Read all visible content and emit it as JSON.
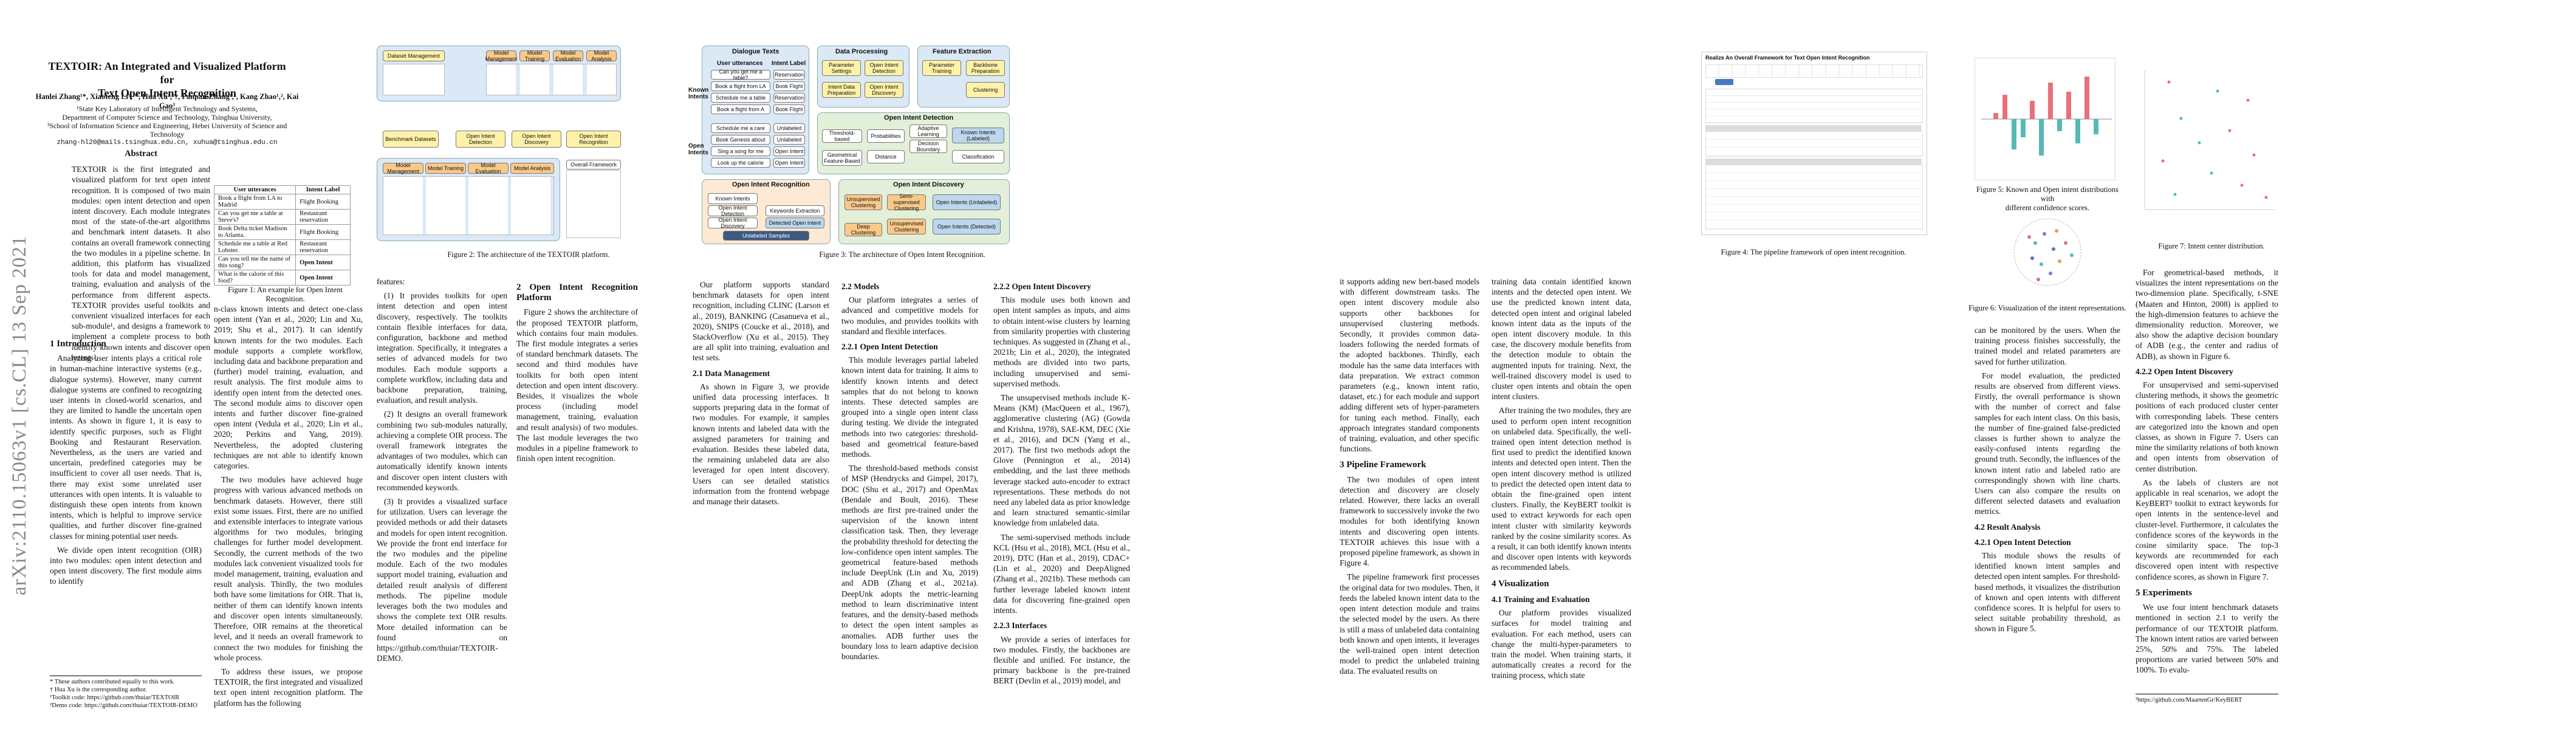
{
  "arxiv_stamp": "arXiv:2110.15063v1  [cs.CL]  13 Sep 2021",
  "paper": {
    "title_line1": "TEXTOIR: An Integrated and Visualized Platform for",
    "title_line2": "Text Open Intent Recognition",
    "authors": "Hanlei Zhang¹*, Xiaoteng Li¹,²*, Hua Xu¹,²†, Panpan Zhang¹,², Kang Zhao¹,², Kai Gao³",
    "affil1": "¹State Key Laboratory of Intelligent Technology and Systems,",
    "affil2": "Department of Computer Science and Technology, Tsinghua University,",
    "affil3": "³School of Information Science and Engineering, Hebei University of Science and Technology",
    "emails": "zhang-hl20@mails.tsinghua.edu.cn, xuhua@tsinghua.edu.cn"
  },
  "abstract": {
    "heading": "Abstract",
    "text": "TEXTOIR is the first integrated and visualized platform for text open intent recognition. It is composed of two main modules: open intent detection and open intent discovery. Each module integrates most of the state-of-the-art algorithms and benchmark intent datasets. It also contains an overall framework connecting the two modules in a pipeline scheme. In addition, this platform has visualized tools for data and model management, training, evaluation and analysis of the performance from different aspects. TEXTOIR provides useful toolkits and convenient visualized interfaces for each sub-module¹, and designs a framework to implement a complete process to both identify known intents and discover open intents²."
  },
  "intro": {
    "heading": "1   Introduction",
    "p1": "Analyzing user intents plays a critical role in human-machine interactive systems (e.g., dialogue systems). However, many current dialogue systems are confined to recognizing user intents in closed-world scenarios, and they are limited to handle the uncertain open intents. As shown in figure 1, it is easy to identify specific purposes, such as Flight Booking and Restaurant Reservation. Nevertheless, as the users are varied and uncertain, predefined categories may be insufficient to cover all user needs. That is, there may exist some unrelated user utterances with open intents. It is valuable to distinguish these open intents from known intents, which is helpful to improve service qualities, and further discover fine-grained classes for mining potential user needs.",
    "p2": "We divide open intent recognition (OIR) into two modules: open intent detection and open intent discovery. The first module aims to identify"
  },
  "footnotes": [
    "* These authors contributed equally to this work.",
    "† Hua Xu is the corresponding author.",
    "¹Toolkit code: https://github.com/thuiar/TEXTOIR",
    "²Demo code: https://github.com/thuiar/TEXTOIR-DEMO"
  ],
  "table1": {
    "headers": [
      "User utterances",
      "Intent Label"
    ],
    "rows": [
      [
        "Book a flight from LA to Madrid",
        "Flight Booking"
      ],
      [
        "Can you get me a table at Steve's?",
        "Restaurant reservation"
      ],
      [
        "Book Delta ticket Madison to Atlanta.",
        "Flight Booking"
      ],
      [
        "Schedule me a table at Red Lobster.",
        "Restaurant reservation"
      ],
      [
        "Can you tell me the name of this song?",
        "Open Intent"
      ],
      [
        "What is the calorie of this food?",
        "Open Intent"
      ]
    ],
    "caption": "Figure 1:  An example for Open Intent Recognition."
  },
  "fig2": {
    "labels": {
      "dataset": "Dataset Management",
      "model_mgmt": "Model Management",
      "model_train": "Model Training",
      "model_eval": "Model Evaluation",
      "model_analysis": "Model Analysis",
      "bench": "Benchmark Datasets",
      "oid": "Open Intent Detection",
      "oidisc": "Open Intent Discovery",
      "oir": "Open Intent Recognition",
      "overall": "Overall Framework"
    },
    "caption": "Figure 2:  The architecture of the TEXTOIR platform."
  },
  "col2": {
    "p1": "n-class known intents and detect one-class open intent (Yan et al., 2020; Lin and Xu, 2019; Shu et al., 2017). It can identify known intents for the two modules. Each module supports a complete workflow, including data and backbone preparation and (further) model training, evaluation, and result analysis. The first module aims to identify open intent from the detected ones. The second module aims to discover open intents and further discover fine-grained open intent (Vedula et al., 2020; Lin et al., 2020; Perkins and Yang, 2019). Nevertheless, the adopted clustering techniques are not able to identify known categories.",
    "p2": "The two modules have achieved huge progress with various advanced methods on benchmark datasets. However, there still exist some issues. First, there are no unified and extensible interfaces to integrate various algorithms for two modules, bringing challenges for further model development. Secondly, the current methods of the two modules lack convenient visualized tools for model management, training, evaluation and result analysis. Thirdly, the two modules both have some limitations for OIR. That is, neither of them can identify known intents and discover open intents simultaneously. Therefore, OIR remains at the theoretical level, and it needs an overall framework to connect the two modules for finishing the whole process.",
    "p3": "To address these issues, we propose TEXTOIR, the first integrated and visualized text open intent recognition platform. The platform has the following"
  },
  "col3": {
    "intro": "features:",
    "items": [
      "(1) It provides toolkits for open intent detection and open intent discovery, respectively. The toolkits contain flexible interfaces for data, configuration, backbone and method integration. Specifically, it integrates a series of advanced models for two modules. Each module supports a complete workflow, including data and backbone preparation, training, evaluation, and result analysis.",
      "(2) It designs an overall framework combining two sub-modules naturally, achieving a complete OIR process. The overall framework integrates the advantages of two modules, which can automatically identify known intents and discover open intent clusters with recommended keywords.",
      "(3) It provides a visualized surface for utilization. Users can leverage the provided methods or add their datasets and models for open intent recognition. We provide the front end interface for the two modules and the pipeline module. Each of the two modules support model training, evaluation and detailed result analysis of different methods. The pipeline module leverages both the two modules and shows the complete text OIR results. More detailed information can be found on https://github.com/thuiar/TEXTOIR-DEMO."
    ]
  },
  "sec2": {
    "heading": "2   Open Intent Recognition Platform",
    "p1": "Figure 2 shows the architecture of the proposed TEXTOIR platform, which contains four main modules. The first module integrates a series of standard benchmark datasets. The second and third modules have toolkits for both open intent detection and open intent discovery. Besides, it visualizes the whole process (including model management, training, evaluation and result analysis) of two modules. The last module leverages the two modules in a pipeline framework to finish open intent recognition."
  },
  "fig3": {
    "dialogue_texts": "Dialogue Texts",
    "user_utterances": "User utterances",
    "intent_label": "Intent Label",
    "known_intents": "Known Intents",
    "open_intents": "Open Intents",
    "rows": [
      [
        "Can you get me a table?",
        "Reservation"
      ],
      [
        "Book a flight from LA",
        "Book Flight"
      ],
      [
        "Schedule me a table",
        "Reservation"
      ],
      [
        "Book a flight from A",
        "Book Flight"
      ]
    ],
    "open_rows": [
      [
        "Schedule me a care",
        "Unlabeled"
      ],
      [
        "Book Genesis about",
        "Unlabeled"
      ],
      [
        "Sing a song for me",
        "Open Intent"
      ],
      [
        "Look up the calorie",
        "Open Intent"
      ]
    ],
    "data_processing": "Data Processing",
    "feature_extraction": "Feature Extraction",
    "dp_items": [
      "Parameter Settings",
      "Open Intent Detection",
      "Intent Data Preparation",
      "Open Intent Discovery"
    ],
    "fe_items": [
      "Parameter Training",
      "Backbone Preparation",
      "Clustering"
    ],
    "oid_title": "Open Intent Detection",
    "oid_items": [
      "Threshold-based",
      "Probabilities",
      "Adaptive Learning",
      "Decision Boundary",
      "Geometrical Feature-Based",
      "Distance",
      "Known Intents (Labeled)",
      "Classification"
    ],
    "oir_title": "Open Intent Recognition",
    "oir_items": [
      "Known Intents",
      "Open Intent Detection",
      "Open Intent Discovery",
      "Keywords Extraction",
      "Detected Open Intent",
      "Unlabeled Samples"
    ],
    "disc_title": "Open Intent Discovery",
    "disc_items": [
      "Unsupervised Clustering",
      "Semi-supervised Clustering",
      "Deep Clustering",
      "Open Intents (Unlabeled)",
      "Unsupervised Clustering",
      "Open Intents (Detected)"
    ],
    "caption": "Figure 3:  The architecture of Open Intent Recognition."
  },
  "col4": {
    "h22": "2.2   Models",
    "p1": "Our platform integrates a series of advanced and competitive models for two modules, and provides toolkits with standard and flexible interfaces.",
    "h221": "2.2.1   Open Intent Detection",
    "p2": "This module leverages partial labeled known intent data for training. It aims to identify known intents and detect samples that do not belong to known intents. These detected samples are grouped into a single open intent class during testing. We divide the integrated methods into two categories: threshold-based and geometrical feature-based methods.",
    "p3": "The threshold-based methods consist of MSP (Hendrycks and Gimpel, 2017), DOC (Shu et al., 2017) and OpenMax (Bendale and Boult, 2016). These methods are first pre-trained under the supervision of the known intent classification task. Then, they leverage the probability threshold for detecting the low-confidence open intent samples. The geometrical feature-based methods include DeepUnk (Lin and Xu, 2019) and ADB (Zhang et al., 2021a). DeepUnk adopts the metric-learning method to learn discriminative intent features, and the density-based methods to detect the open intent samples as anomalies. ADB further uses the boundary loss to learn adaptive decision boundaries."
  },
  "col4b": {
    "p0": "Our platform supports standard benchmark datasets for open intent recognition, including CLINC (Larson et al., 2019), BANKING (Casanueva et al., 2020), SNIPS (Coucke et al., 2018), and StackOverflow (Xu et al., 2015). They are all split into training, evaluation and test sets.",
    "h21": "2.1   Data Management",
    "p1": "As shown in Figure 3, we provide unified data processing interfaces. It supports preparing data in the format of two modules. For example, it samples known intents and labeled data with the assigned parameters for training and evaluation. Besides these labeled data, the remaining unlabeled data are also leveraged for open intent discovery. Users can see detailed statistics information from the frontend webpage and manage their datasets."
  },
  "col5": {
    "h222": "2.2.2   Open Intent Discovery",
    "p1": "This module uses both known and open intent samples as inputs, and aims to obtain intent-wise clusters by learning from similarity properties with clustering techniques. As suggested in (Zhang et al., 2021b; Lin et al., 2020), the integrated methods are divided into two parts, including unsupervised and semi-supervised methods.",
    "p2": "The unsupervised methods include K-Means (KM) (MacQueen et al., 1967), agglomerative clustering (AG) (Gowda and Krishna, 1978), SAE-KM, DEC (Xie et al., 2016), and DCN (Yang et al., 2017). The first two methods adopt the Glove (Pennington et al., 2014) embedding, and the last three methods leverage stacked auto-encoder to extract representations. These methods do not need any labeled data as prior knowledge and learn structured semantic-similar knowledge from unlabeled data.",
    "p3": "The semi-supervised methods include KCL (Hsu et al., 2018), MCL (Hsu et al., 2019), DTC (Han et al., 2019), CDAC+ (Lin et al., 2020) and DeepAligned (Zhang et al., 2021b). These methods can further leverage labeled known intent data for discovering fine-grained open intents.",
    "h223": "2.2.3   Interfaces",
    "p4": "We provide a series of interfaces for two modules. Firstly, the backbones are flexible and unified. For instance, the primary backbone is the pre-trained BERT (Devlin et al., 2019) model, and"
  },
  "fig4": {
    "title": "Realize An Overall Framework for Text Open Intent Recognition",
    "caption": "Figure 4:  The pipeline framework of open intent recognition."
  },
  "col6": {
    "p1": "it supports adding new bert-based models with different downstream tasks. The open intent discovery module also supports other backbones for unsupervised clustering methods. Secondly, it provides common data-loaders following the needed formats of the adopted backbones. Thirdly, each module has the same data interfaces with data preparation. We extract common parameters (e.g., known intent ratio, dataset, etc.) for each module and support adding different sets of hyper-parameters for tuning each method. Finally, each approach integrates standard components of training, evaluation, and other specific functions.",
    "h3": "3   Pipeline Framework",
    "p2": "The two modules of open intent detection and discovery are closely related. However, there lacks an overall framework to successively invoke the two modules for both identifying known intents and discovering open intents. TEXTOIR achieves this issue with a proposed pipeline framework, as shown in Figure 4.",
    "p3": "The pipeline framework first processes the original data for two modules. Then, it feeds the labeled known intent data to the open intent detection module and trains the selected model by the users. As there is still a mass of unlabeled data containing both known and open intents, it leverages the well-trained open intent detection model to predict the unlabeled training data. The evaluated results on"
  },
  "col7": {
    "p1": "training data contain identified known intents and the detected open intent. We use the predicted known intent data, detected open intent and original labeled known intent data as the inputs of the open intent discovery module. In this case, the discovery module benefits from the detection module to obtain the augmented inputs for training. Next, the well-trained discovery model is used to cluster open intents and obtain the open intent clusters.",
    "p2": "After training the two modules, they are used to perform open intent recognition on unlabeled data. Specifically, the well-trained open intent detection method is first used to predict the identified known intents and detected open intent. Then the open intent discovery method is utilized to predict the detected open intent data to obtain the fine-grained open intent clusters. Finally, the KeyBERT toolkit is used to extract keywords for each open intent cluster with similarity keywords ranked by the cosine similarity scores. As a result, it can both identify known intents and discover open intents with keywords as recommended labels.",
    "h4": "4   Visualization",
    "h41": "4.1   Training and Evaluation",
    "p3": "Our platform provides visualized surfaces for model training and evaluation. For each method, users can change the multi-hyper-parameters to train the model. When training starts, it automatically creates a record for the training process, which state"
  },
  "fig5": {
    "caption_line1": "Figure 5:  Known and Open intent distributions with",
    "caption_line2": "different confidence scores."
  },
  "fig6": {
    "caption": "Figure 6:  Visualization of the intent representations."
  },
  "fig7": {
    "caption": "Figure 7:  Intent center distribution."
  },
  "col8": {
    "p1": "can be monitored by the users. When the training process finishes successfully, the trained model and related parameters are saved for further utilization.",
    "p2": "For model evaluation, the predicted results are observed from different views. Firstly, the overall performance is shown with the number of correct and false samples for each intent class. On this basis, the number of fine-grained false-predicted classes is further shown to analyze the easily-confused intents regarding the ground truth. Secondly, the influences of the known intent ratio and labeled ratio are correspondingly shown with line charts. Users can also compare the results on different selected datasets and evaluation metrics.",
    "h42": "4.2   Result Analysis",
    "h421": "4.2.1   Open Intent Detection",
    "p3": "This module shows the results of identified known intent samples and detected open intent samples. For threshold-based methods, it visualizes the distribution of known and open intents with different confidence scores. It is helpful for users to select suitable probability threshold, as shown in Figure 5."
  },
  "col9": {
    "p1": "For geometrical-based methods, it visualizes the intent representations on the two-dimension plane. Specifically, t-SNE (Maaten and Hinton, 2008) is applied to the high-dimension features to achieve the dimensionality reduction. Moreover, we also show the adaptive decision boundary of ADB (e.g., the center and radius of ADB), as shown in Figure 6.",
    "h422": "4.2.2   Open Intent Discovery",
    "p2": "For unsupervised and semi-supervised clustering methods, it shows the geometric positions of each produced cluster center with corresponding labels. These centers are categorized into the known and open classes, as shown in Figure 7. Users can mine the similarity relations of both known and open intents from observation of center distribution.",
    "p3": "As the labels of clusters are not applicable in real scenarios, we adopt the KeyBERT³ toolkit to extract keywords for open intents in the sentence-level and cluster-level. Furthermore, it calculates the confidence scores of the keywords in the cosine similarity space. The top-3 keywords are recommended for each discovered open intent with respective confidence scores, as shown in Figure 7.",
    "h5": "5   Experiments",
    "p4": "We use four intent benchmark datasets mentioned in section 2.1 to verify the performance of our TEXTOIR platform. The known intent ratios are varied between 25%, 50% and 75%. The labeled proportions are varied between 50% and 100%. To evalu-",
    "foot": "³https://github.com/MaartenGr/KeyBERT"
  },
  "colors": {
    "panel_blue": "#dbe8f6",
    "panel_green": "#e2efd9",
    "panel_orange": "#fde9d4",
    "box_yellow": "#fff2a8",
    "box_orange": "#f9c98a",
    "bar_red": "#e8707a",
    "bar_teal": "#57b9b5"
  }
}
